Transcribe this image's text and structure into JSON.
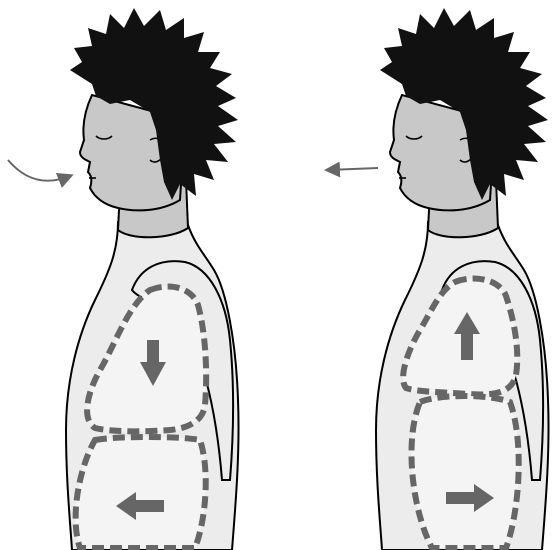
{
  "figures": [
    {
      "id": "inhale",
      "airflow_direction": "into-mouth",
      "lung_motion": "down",
      "belly_motion": "out"
    },
    {
      "id": "exhale",
      "airflow_direction": "out-of-mouth",
      "lung_motion": "up",
      "belly_motion": "in"
    }
  ],
  "colors": {
    "skin": "#c8c8c8",
    "outline": "#000000",
    "hair": "#111111",
    "shirt": "#ececec",
    "dashes": "#666666",
    "arrows": "#666666",
    "background": "#ffffff"
  },
  "icons": {
    "airflow": "curved-arrow-icon",
    "motion": "block-arrow-icon"
  }
}
